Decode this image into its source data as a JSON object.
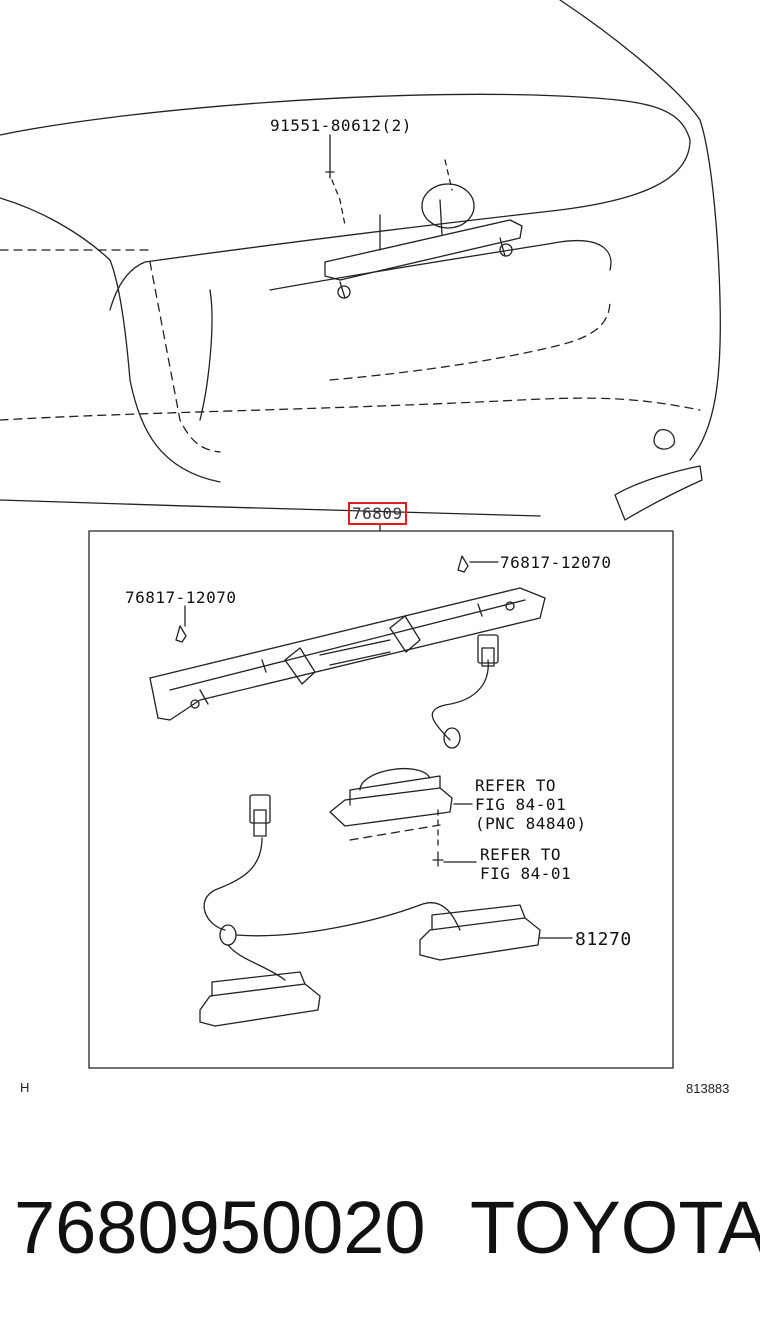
{
  "diagram": {
    "callouts": {
      "bolt_top": "91551-80612(2)",
      "assembly": "76809",
      "nut_right": "76817-12070",
      "nut_left": "76817-12070",
      "lamp_ref": "REFER TO\nFIG 84-01\n(PNC 84840)",
      "screw_ref": "REFER TO\nFIG 84-01",
      "switch": "81270"
    },
    "highlight_color": "#e02020",
    "footer": {
      "left_code": "H",
      "right_code": "813883"
    }
  },
  "caption": {
    "part_number": "7680950020",
    "brand": "TOYOTA"
  }
}
